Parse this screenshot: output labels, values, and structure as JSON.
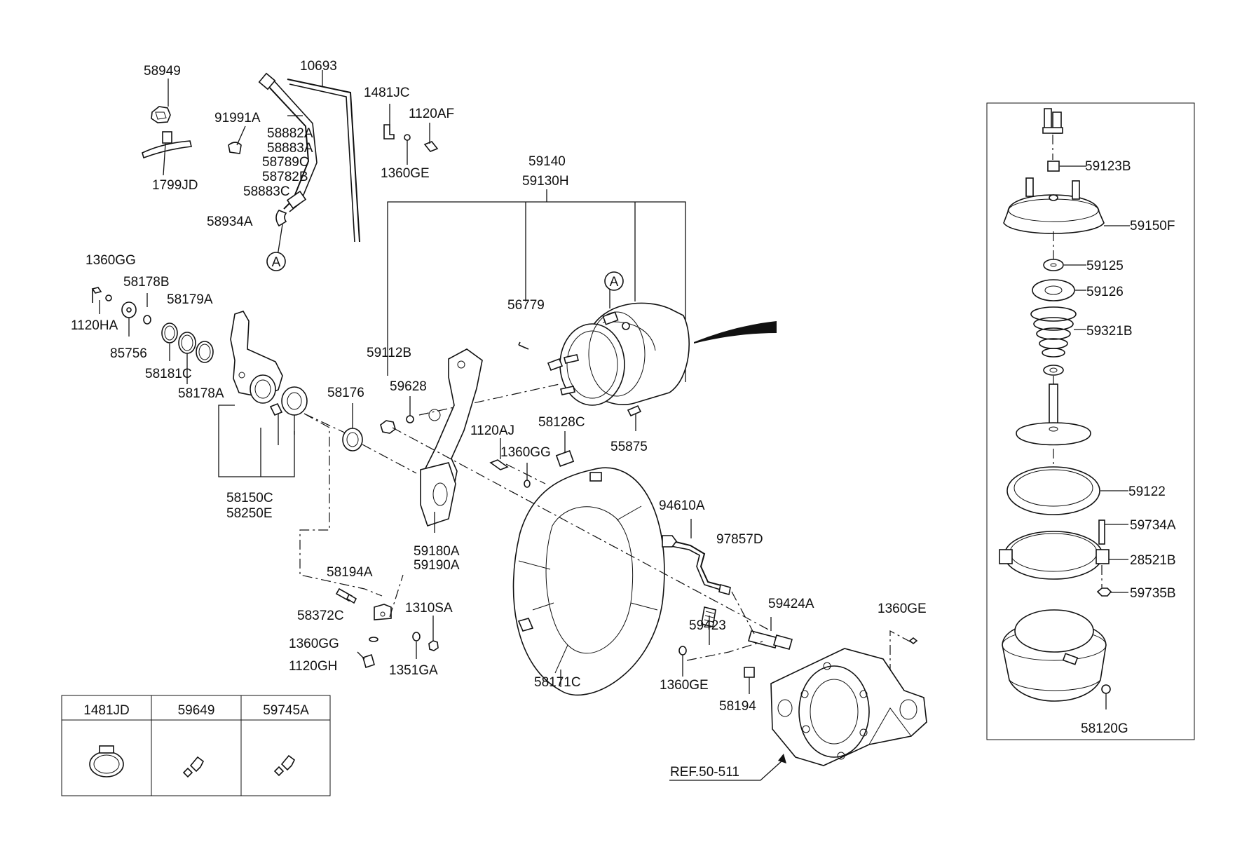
{
  "labels": {
    "p58949": "58949",
    "p10693": "10693",
    "p1481JC": "1481JC",
    "p1120AF": "1120AF",
    "p91991A": "91991A",
    "p58882A": "58882A",
    "p58883A": "58883A",
    "p58789C": "58789C",
    "p58782B": "58782B",
    "p58883C": "58883C",
    "p1360GE_a": "1360GE",
    "p1799JD": "1799JD",
    "p58934A": "58934A",
    "p59140": "59140",
    "p59130H": "59130H",
    "p1360GG_a": "1360GG",
    "p58178B": "58178B",
    "p58179A": "58179A",
    "p1120HA": "1120HA",
    "p85756": "85756",
    "p58181C": "58181C",
    "p58178A": "58178A",
    "p56779": "56779",
    "p59112B": "59112B",
    "p59628": "59628",
    "p58176": "58176",
    "p55875": "55875",
    "p58128C": "58128C",
    "p1120AJ": "1120AJ",
    "p1360GG_b": "1360GG",
    "p58150C": "58150C",
    "p58250E": "58250E",
    "p59180A": "59180A",
    "p59190A": "59190A",
    "p94610A": "94610A",
    "p97857D": "97857D",
    "p58194A": "58194A",
    "p58372C": "58372C",
    "p1310SA": "1310SA",
    "p1360GG_c": "1360GG",
    "p1120GH": "1120GH",
    "p1351GA": "1351GA",
    "p58171C": "58171C",
    "p59423": "59423",
    "p59424A": "59424A",
    "p1360GE_b": "1360GE",
    "p1360GE_c": "1360GE",
    "p58194": "58194",
    "ref": "REF.50-511",
    "p59123B": "59123B",
    "p59150F": "59150F",
    "p59125": "59125",
    "p59126": "59126",
    "p59321B": "59321B",
    "p59122": "59122",
    "p59734A": "59734A",
    "p28521B": "28521B",
    "p59735B": "59735B",
    "p58120G": "58120G",
    "circleA1": "A",
    "circleA2": "A"
  },
  "table": {
    "headers": [
      "1481JD",
      "59649",
      "59745A"
    ]
  }
}
